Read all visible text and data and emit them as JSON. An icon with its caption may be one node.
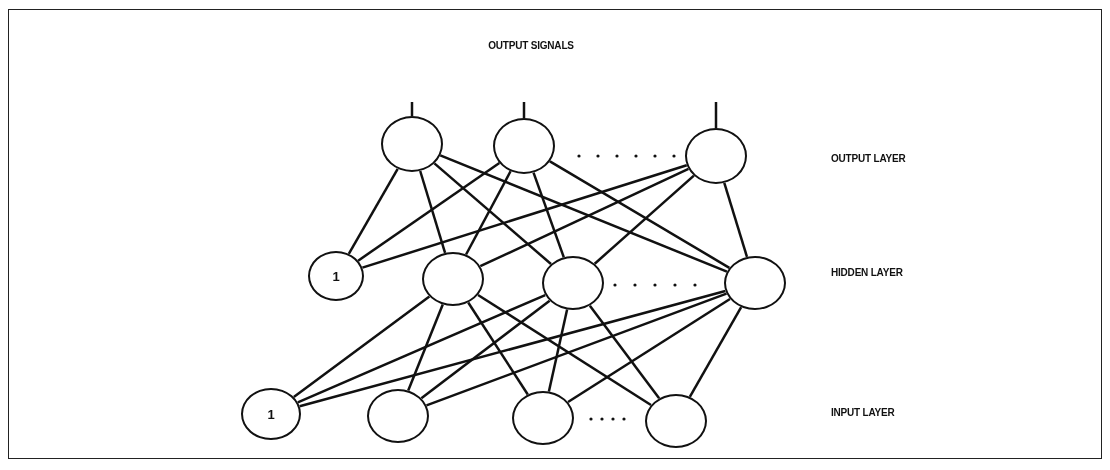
{
  "diagram": {
    "nodes": [
      {
        "text": [],
        "shape": "circle"
      },
      {
        "text": [],
        "shape": "circle"
      },
      {
        "text": [],
        "shape": "circle"
      },
      {
        "text": [
          "1"
        ]
      },
      {
        "text": [],
        "shape": "circle"
      },
      {
        "text": [],
        "shape": "circle"
      },
      {
        "text": [],
        "shape": "circle"
      },
      {
        "text": [
          "1"
        ]
      },
      {
        "text": [],
        "shape": "circle"
      },
      {
        "text": [],
        "shape": "circle"
      },
      {
        "text": [],
        "shape": "circle"
      }
    ],
    "edges": [
      {
        "from": 0,
        "to": null,
        "arrow": "none"
      },
      {
        "from": 1,
        "to": null,
        "arrow": "none"
      },
      {
        "from": 2,
        "to": null,
        "arrow": "none"
      },
      {
        "from": 3,
        "to": 0,
        "arrow": "none"
      },
      {
        "from": 3,
        "to": 1,
        "arrow": "none"
      },
      {
        "from": 3,
        "to": 2,
        "arrow": "none"
      },
      {
        "from": 4,
        "to": 0,
        "arrow": "none"
      },
      {
        "from": 4,
        "to": 1,
        "arrow": "none"
      },
      {
        "from": 4,
        "to": 2,
        "arrow": "none"
      },
      {
        "from": 5,
        "to": 0,
        "arrow": "none"
      },
      {
        "from": 5,
        "to": 1,
        "arrow": "none"
      },
      {
        "from": 5,
        "to": 2,
        "arrow": "none"
      },
      {
        "from": 6,
        "to": 0,
        "arrow": "none"
      },
      {
        "from": 6,
        "to": 1,
        "arrow": "none"
      },
      {
        "from": 6,
        "to": 2,
        "arrow": "none"
      },
      {
        "from": 7,
        "to": 4,
        "arrow": "none"
      },
      {
        "from": 7,
        "to": 5,
        "arrow": "none"
      },
      {
        "from": 7,
        "to": 6,
        "arrow": "none"
      },
      {
        "from": 8,
        "to": 4,
        "arrow": "none"
      },
      {
        "from": 8,
        "to": 5,
        "arrow": "none"
      },
      {
        "from": 8,
        "to": 6,
        "arrow": "none"
      },
      {
        "from": 9,
        "to": 4,
        "arrow": "none"
      },
      {
        "from": 9,
        "to": 5,
        "arrow": "none"
      },
      {
        "from": 9,
        "to": 6,
        "arrow": "none"
      },
      {
        "from": 10,
        "to": 4,
        "arrow": "none"
      },
      {
        "from": 10,
        "to": 5,
        "arrow": "none"
      },
      {
        "from": 10,
        "to": 6,
        "arrow": "none"
      }
    ],
    "labels": [
      "OUTPUT SIGNALS",
      "OUTPUT LAYER",
      "HIDDEN LAYER",
      "INPUT LAYER"
    ]
  }
}
